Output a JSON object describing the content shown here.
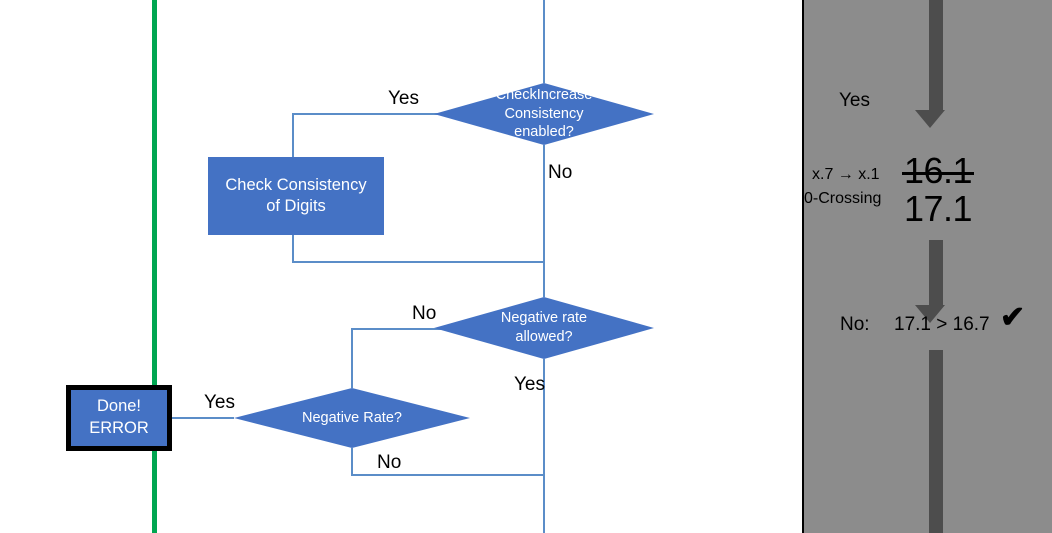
{
  "colors": {
    "node_blue": "#4472C4",
    "connector_blue": "#5B8DC8",
    "green_divider": "#00A651",
    "panel_gray": "#8C8C8C",
    "arrow_gray": "#4D4D4D",
    "text_black": "#000000",
    "node_text": "#FFFFFF"
  },
  "flowchart": {
    "decision_check_increase": {
      "lines": [
        "CheckIncrease",
        "Consistency",
        "enabled?"
      ],
      "branch_yes": "Yes",
      "branch_no": "No"
    },
    "process_check_consistency": {
      "lines": [
        "Check Consistency",
        "of Digits"
      ]
    },
    "decision_negative_rate_allowed": {
      "lines": [
        "Negative rate",
        "allowed?"
      ],
      "branch_no": "No",
      "branch_yes": "Yes"
    },
    "decision_negative_rate": {
      "lines": [
        "Negative Rate?"
      ],
      "branch_yes": "Yes",
      "branch_no": "No"
    },
    "terminator_done_error": {
      "lines": [
        "Done!",
        "ERROR"
      ]
    }
  },
  "panel": {
    "yes_label": "Yes",
    "annotation_line1": "x.7 → x.1",
    "annotation_line2": "0-Crossing",
    "value_struck": "16.1",
    "value_current": "17.1",
    "no_label": "No:",
    "comparison": "17.1 > 16.7",
    "check_glyph": "✔"
  }
}
